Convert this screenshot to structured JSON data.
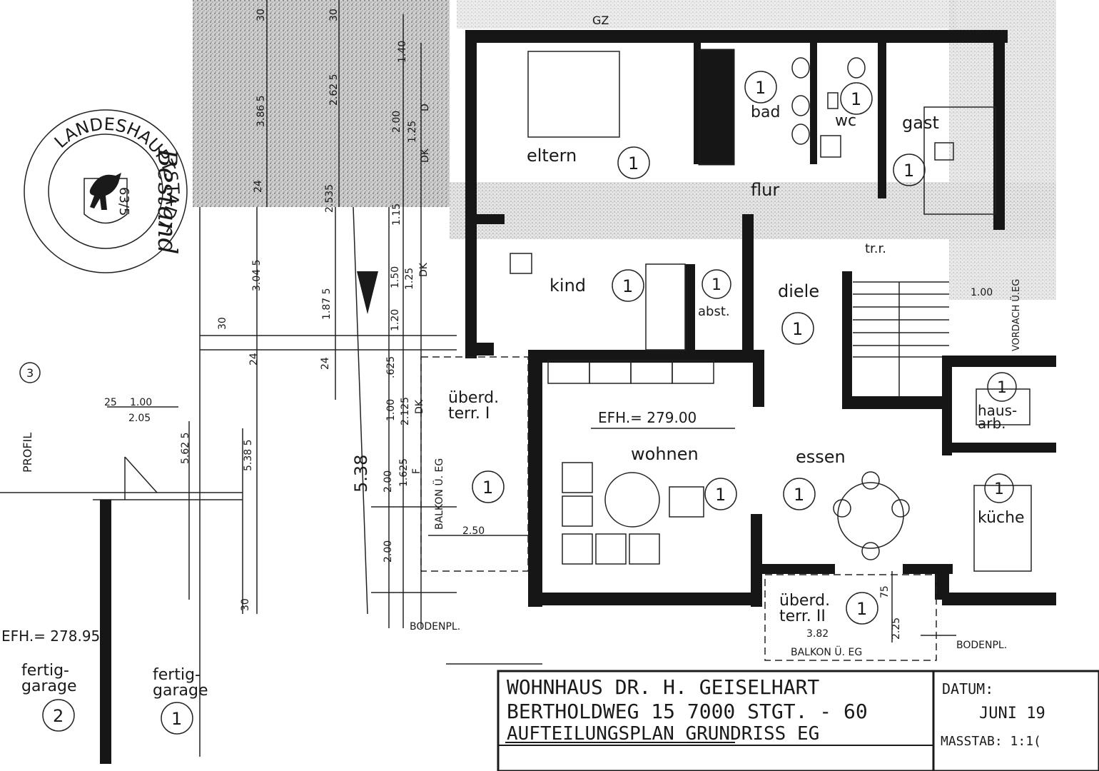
{
  "stamp": {
    "outer_text": "LANDESHAUPTSTADT STUTTGART",
    "number": "63/5"
  },
  "handwritten_note": "Bestand",
  "north_mark": "GZ",
  "rooms": [
    {
      "key": "eltern",
      "label": "eltern",
      "unit": "1"
    },
    {
      "key": "bad",
      "label": "bad",
      "unit": "1"
    },
    {
      "key": "wc",
      "label": "wc",
      "unit": "1"
    },
    {
      "key": "gast",
      "label": "gast",
      "unit": "1"
    },
    {
      "key": "flur",
      "label": "flur"
    },
    {
      "key": "kind",
      "label": "kind",
      "unit": "1"
    },
    {
      "key": "abst",
      "label": "abst.",
      "unit": "1"
    },
    {
      "key": "diele",
      "label": "diele",
      "unit": "1"
    },
    {
      "key": "ueberd1",
      "label": "überd.",
      "label2": "terr. I",
      "unit": "1"
    },
    {
      "key": "wohnen",
      "label": "wohnen",
      "unit": "1"
    },
    {
      "key": "essen",
      "label": "essen",
      "unit": "1"
    },
    {
      "key": "hausarb",
      "label": "haus-",
      "label2": "arb.",
      "unit": "1"
    },
    {
      "key": "kueche",
      "label": "küche",
      "unit": "1"
    },
    {
      "key": "ueberd2",
      "label": "überd.",
      "label2": "terr. II",
      "unit": "1"
    },
    {
      "key": "garage_left",
      "label": "fertig-",
      "label2": "garage",
      "unit": "2"
    },
    {
      "key": "garage_right",
      "label": "fertig-",
      "label2": "garage",
      "unit": "1"
    }
  ],
  "labels": {
    "efh_main": "EFH.= 279.00",
    "efh_garage": "EFH.= 278.95",
    "treppe": "tr.r.",
    "profil": "PROFIL",
    "profil_no": "3",
    "balkon_eg_1": "BALKON Ü. EG",
    "balkon_eg_2": "BALKON Ü. EG",
    "bodenpl_1": "BODENPL.",
    "bodenpl_2": "BODENPL.",
    "vordach": "VORDACH Ü.EG",
    "vordach_dim": "1.00"
  },
  "dimensions": {
    "d_30a": "30",
    "d_30b": "30",
    "d_3865": "3.86 5",
    "d_2625": "2.62 5",
    "d_140": "1.40",
    "d_200": "2.00",
    "d_125a": "1.25",
    "d_DK1": "DK",
    "d_D": "D",
    "d_24a": "24",
    "d_2535": "2.535",
    "d_115": "1.15",
    "d_3045": "3.04 5",
    "d_1875": "1.87 5",
    "d_150": "1.50",
    "d_125b": "1.25",
    "d_DK2": "DK",
    "d_120": "1.20",
    "d_30c": "30",
    "d_24b": "24",
    "d_24c": "24",
    "d_625": ".625",
    "d_100a": "1.00",
    "d_2125": "2.125",
    "d_DK3": "DK",
    "d_25": "25",
    "d_100b": "1.00",
    "d_205": "2.05",
    "d_5625": "5.62 5",
    "d_5385": "5.38 5",
    "d_538": "5.38",
    "d_200b": "2.00",
    "d_1625": "1.625",
    "d_F": "F",
    "d_200c": "2.00",
    "d_250": "2.50",
    "d_30d": "30",
    "d_382": "3.82",
    "d_75": "75",
    "d_225": "2.25"
  },
  "title_block": {
    "line1": "WOHNHAUS DR. H. GEISELHART",
    "line2": "BERTHOLDWEG 15 7000 STGT. - 60",
    "line3": "AUFTEILUNGSPLAN GRUNDRISS EG",
    "datum_label": "DATUM:",
    "datum_value": "JUNI 19",
    "massstab_label": "MASSTAB: 1:1("
  }
}
